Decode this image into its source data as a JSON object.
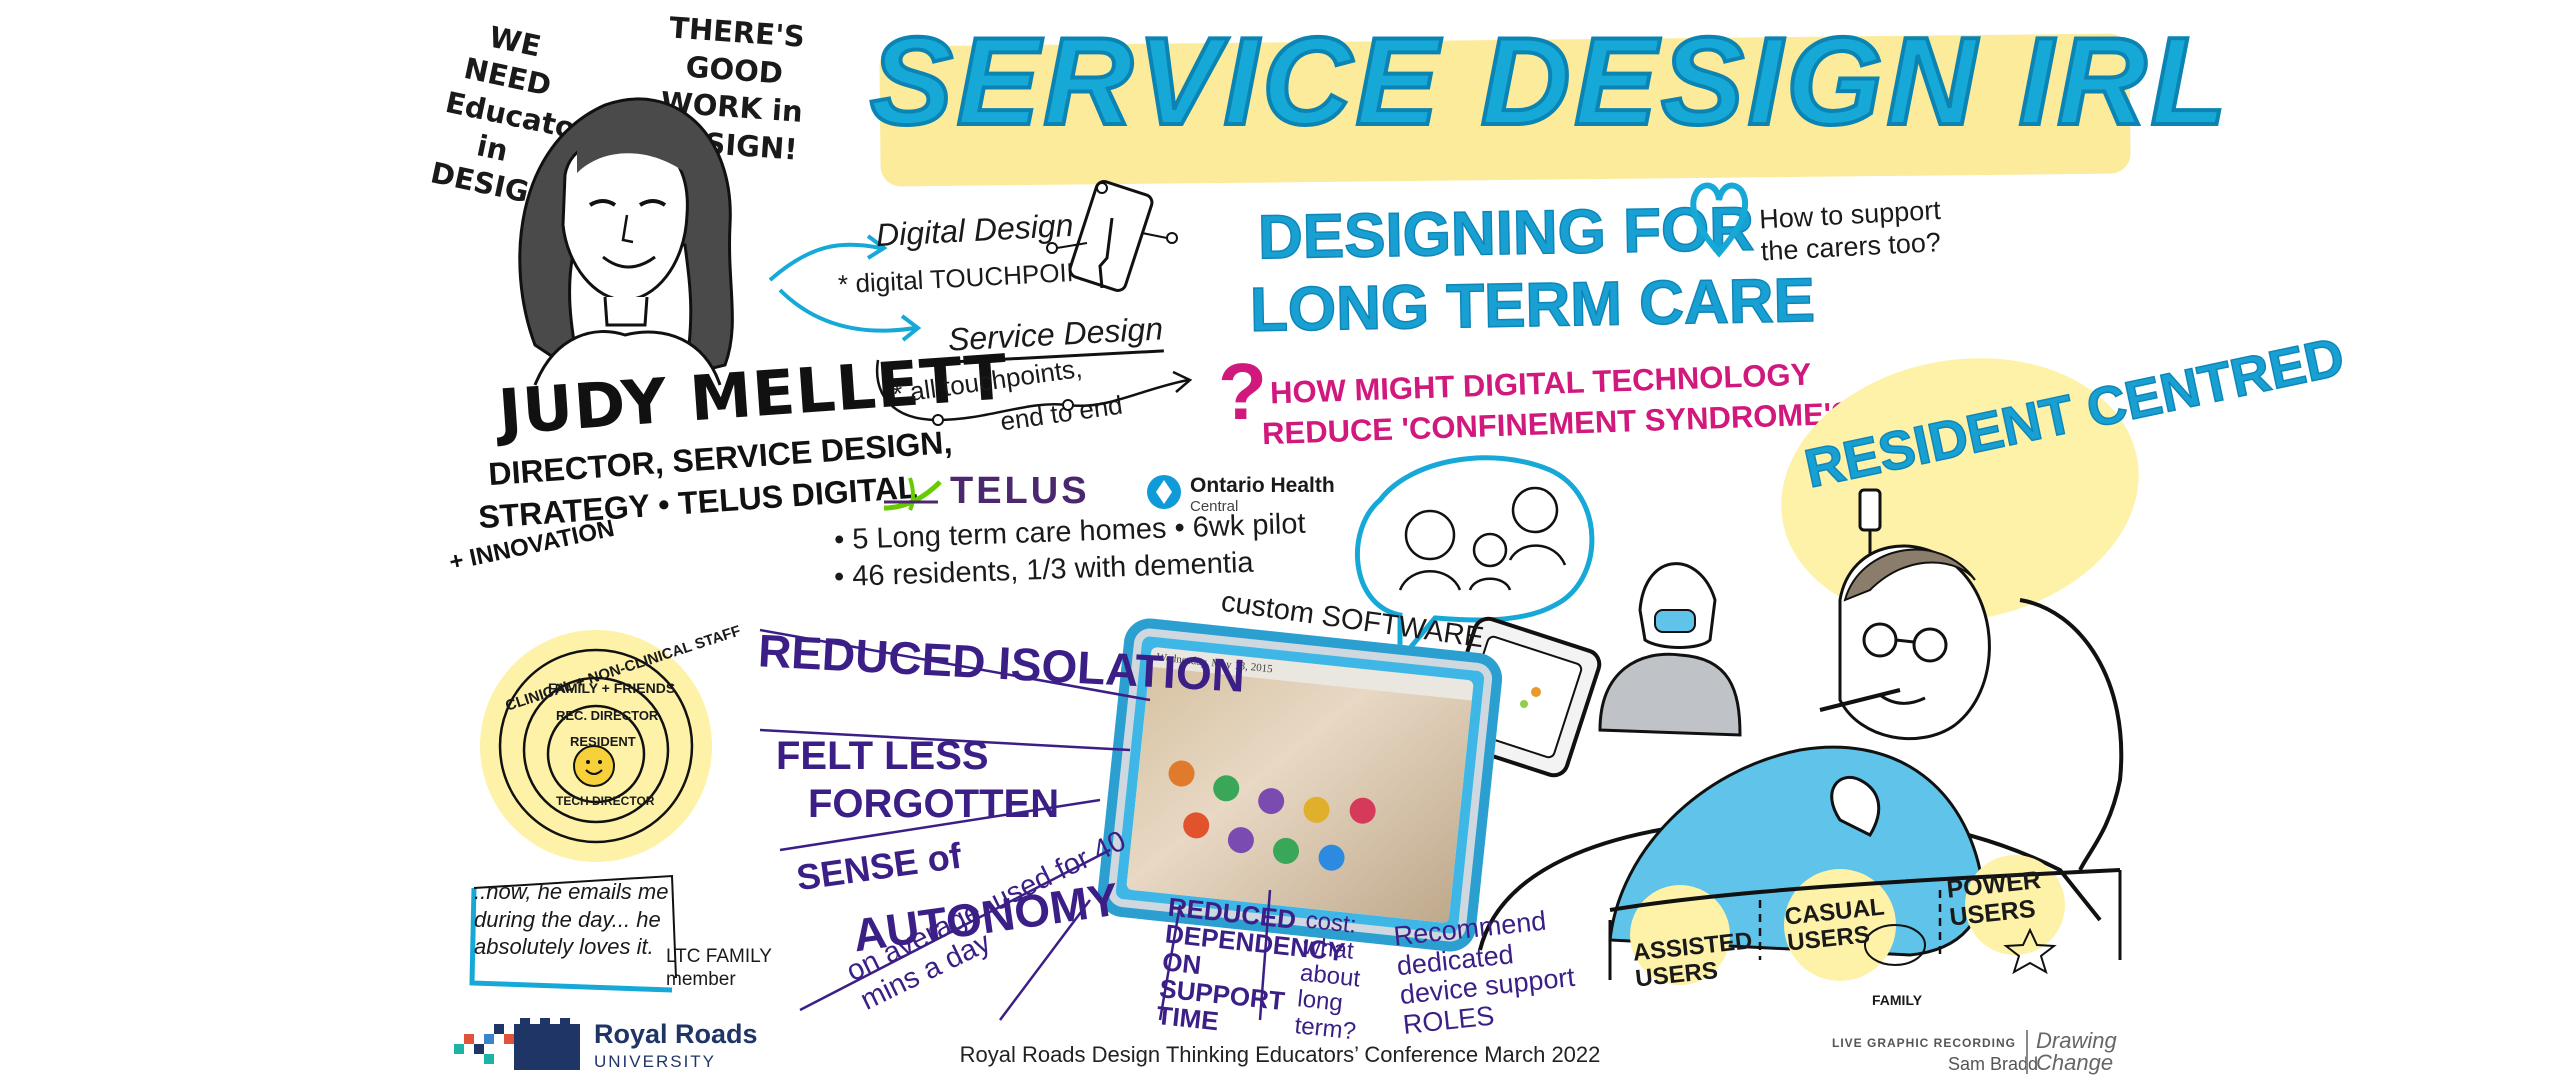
{
  "title": "SERVICE DESIGN IRL",
  "quotes": {
    "educators": "WE NEED Educators in DESIGN!",
    "good_work": "THERE'S GOOD WORK in DESIGN!"
  },
  "speaker": {
    "name": "JUDY MELLETT",
    "role_line1": "DIRECTOR, SERVICE DESIGN,",
    "role_line2": "STRATEGY • TELUS DIGITAL",
    "role_line3": "+ INNOVATION"
  },
  "digital": {
    "heading": "Digital Design",
    "sub": "* digital TOUCHPOINTS",
    "service_heading": "Service Design",
    "service_sub1": "* all touchpoints,",
    "service_sub2": "end to end"
  },
  "long_term": {
    "line1": "DESIGNING FOR",
    "line2": "LONG TERM CARE"
  },
  "carers": "How to support the carers too?",
  "question": {
    "mark": "?",
    "line1": "HOW MIGHT DIGITAL TECHNOLOGY",
    "line2": "REDUCE 'CONFINEMENT SYNDROME'?"
  },
  "partners": {
    "telus": "TELUS",
    "ohc": "Ontario Health",
    "ohc_sub": "Central"
  },
  "pilot": {
    "line1": "• 5 Long term care homes • 6wk pilot",
    "line2": "• 46 residents, 1/3 with dementia"
  },
  "resident_centred": "RESIDENT CENTRED",
  "custom_software": "custom SOFTWARE",
  "tablet": {
    "date": "Wednesday, May 13, 2015"
  },
  "circles": {
    "ring1": "CLINICAL + NON-CLINICAL STAFF",
    "ring2": "FAMILY + FRIENDS",
    "ring3": "REC. DIRECTOR",
    "center": "RESIDENT",
    "ring4": "TECH DIRECTOR"
  },
  "testimonial": {
    "text": "..now, he emails me during the day... he absolutely loves it.",
    "source": "LTC FAMILY member"
  },
  "outcomes": {
    "isolation": "REDUCED ISOLATION",
    "forgotten1": "FELT LESS",
    "forgotten2": "FORGOTTEN",
    "autonomy1": "SENSE of",
    "autonomy2": "AUTONOMY",
    "usage": "on average, used for 40 mins a day",
    "dependency": "REDUCED DEPENDENCY ON SUPPORT TIME",
    "cost": "cost: what about long term?",
    "recommend": "Recommend dedicated device support ROLES"
  },
  "users": {
    "assisted": "ASSISTED USERS",
    "casual": "CASUAL USERS",
    "family": "FAMILY",
    "power": "POWER USERS"
  },
  "footer": {
    "conference": "Royal Roads Design Thinking Educators’ Conference March 2022",
    "rr_name": "Royal Roads",
    "rr_uni": "UNIVERSITY",
    "live": "LIVE GRAPHIC RECORDING",
    "artist": "Sam Bradd",
    "dc1": "Drawing",
    "dc2": "Change"
  },
  "colors": {
    "blue": "#16a9d8",
    "yellow": "#fbeb9a",
    "magenta": "#d0187d",
    "purple": "#3b1f86",
    "telus_purple": "#4b286d",
    "telus_green": "#66cc00"
  }
}
